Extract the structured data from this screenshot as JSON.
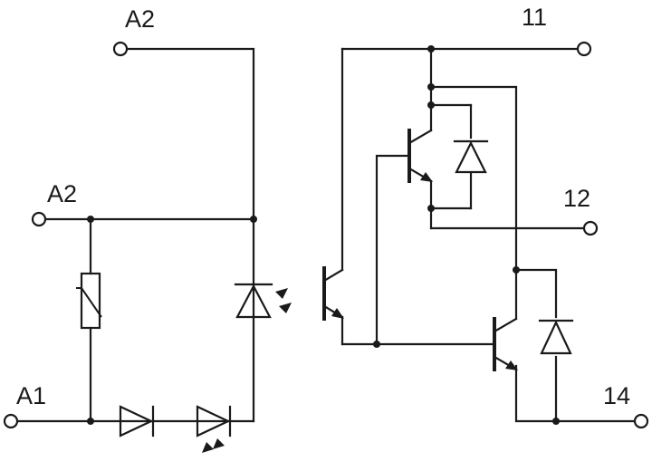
{
  "terminals": {
    "a2_top": "A2",
    "a2_mid": "A2",
    "a1": "A1",
    "t11": "11",
    "t12": "12",
    "t14": "14"
  },
  "colors": {
    "ink": "#1a1a1a",
    "background": "#ffffff"
  }
}
